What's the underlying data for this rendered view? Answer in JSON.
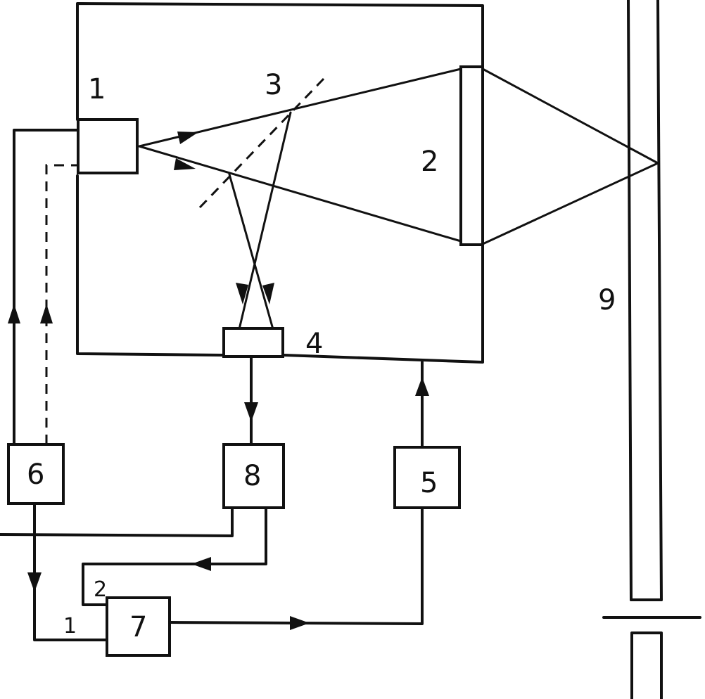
{
  "labels": {
    "emitter": "1",
    "mirror": "2",
    "beam_splitter": "3",
    "detector": "4",
    "block_5": "5",
    "block_6": "6",
    "block_7": "7",
    "block_8": "8",
    "tube": "9",
    "port_1": "1",
    "port_2": "2"
  }
}
